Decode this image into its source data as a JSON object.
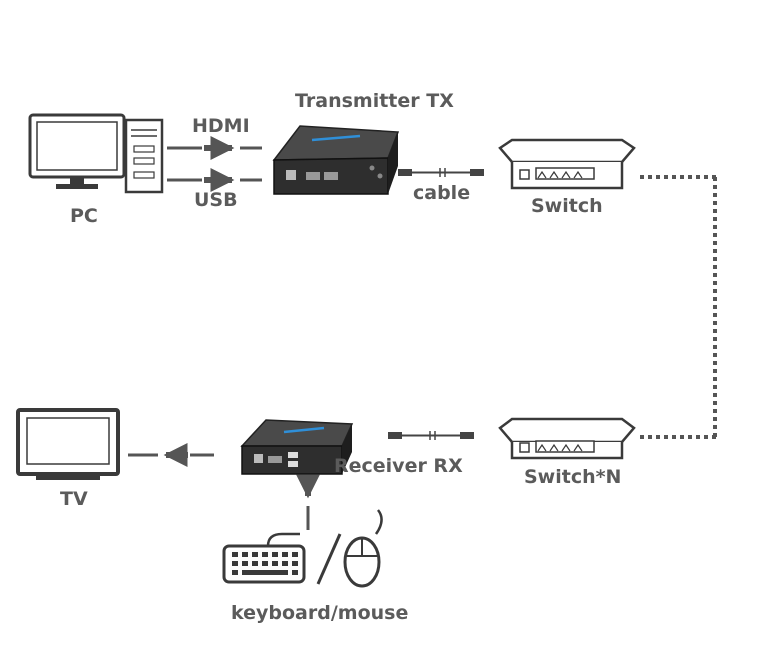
{
  "labels": {
    "pc": "PC",
    "hdmi": "HDMI",
    "usb": "USB",
    "transmitter": "Transmitter TX",
    "cable": "cable",
    "switch_top": "Switch",
    "switch_bottom": "Switch*N",
    "receiver": "Receiver RX",
    "tv": "TV",
    "keyboard_mouse": "keyboard/mouse"
  },
  "icons": [
    "computer-icon",
    "transmitter-box-icon",
    "cable-icon",
    "switch-icon",
    "tv-icon",
    "receiver-box-icon",
    "keyboard-icon",
    "mouse-icon"
  ],
  "colors": {
    "ink": "#3a3a3a",
    "label": "#5b5b5b",
    "device_dark": "#2e2e2e",
    "accent_blue": "#2f8fd8"
  }
}
